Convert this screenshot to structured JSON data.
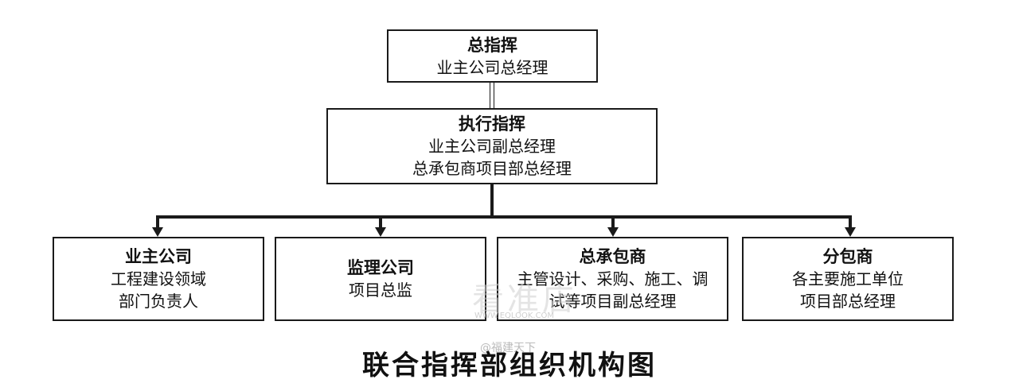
{
  "header_fragment": "",
  "top": {
    "title": "总指挥",
    "lines": [
      "业主公司总经理"
    ]
  },
  "exec": {
    "title": "执行指挥",
    "lines": [
      "业主公司副总经理",
      "总承包商项目部总经理"
    ]
  },
  "units": [
    {
      "title": "业主公司",
      "lines": [
        "工程建设领域",
        "部门负责人"
      ]
    },
    {
      "title": "监理公司",
      "lines": [
        "项目总监"
      ]
    },
    {
      "title": "总承包商",
      "lines": [
        "主管设计、采购、施工、调",
        "试等项目副总经理"
      ]
    },
    {
      "title": "分包商",
      "lines": [
        "各主要施工单位",
        "项目部总经理"
      ]
    }
  ],
  "title": "联合指挥部组织机构图",
  "watermark": {
    "mark": "看准店",
    "url": "WWW.EQLOOK.COM",
    "handle": "@福建天下"
  },
  "colors": {
    "line": "#1a1a1a",
    "box_bg": "#ffffff"
  }
}
